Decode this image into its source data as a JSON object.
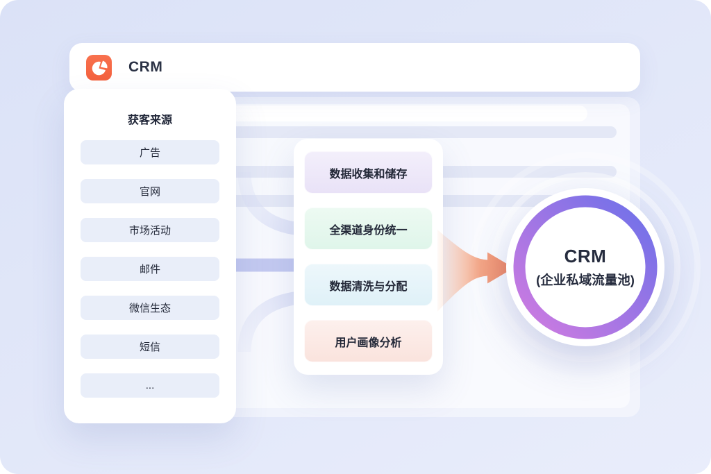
{
  "header": {
    "title": "CRM",
    "icon": "pie-chart-icon"
  },
  "sources": {
    "title": "获客来源",
    "items": [
      "广告",
      "官网",
      "市场活动",
      "邮件",
      "微信生态",
      "短信",
      "..."
    ]
  },
  "process": {
    "items": [
      {
        "label": "数据收集和储存",
        "tint": "#EDE5F8"
      },
      {
        "label": "全渠道身份统一",
        "tint": "#E2F7EC"
      },
      {
        "label": "数据清洗与分配",
        "tint": "#E2F2F9"
      },
      {
        "label": "用户画像分析",
        "tint": "#FBE6E1"
      }
    ]
  },
  "flow_arrow": {
    "icon": "funnel-arrow-right-icon",
    "color": "#F1805A"
  },
  "target": {
    "line1": "CRM",
    "line2": "(企业私域流量池)"
  },
  "colors": {
    "bg-start": "#DBE2F7",
    "bg-end": "#E9EDFB",
    "row-color": "#E4E8F6",
    "src-item-bg": "#E9EEF9",
    "accent-orange": "#F4623F",
    "ring-start": "#D17BE0",
    "ring-end": "#6C70E9",
    "connector-light": "#D9DEF5",
    "connector-strong": "#C3C9F0",
    "item1a": "#F3EFFB",
    "item1b": "#E9E2F7",
    "item2a": "#EDFAF2",
    "item2b": "#DFF5EA",
    "item3a": "#EDF7FB",
    "item3b": "#DFF1F8",
    "item4a": "#FDF0ED",
    "item4b": "#FAE3DD"
  }
}
